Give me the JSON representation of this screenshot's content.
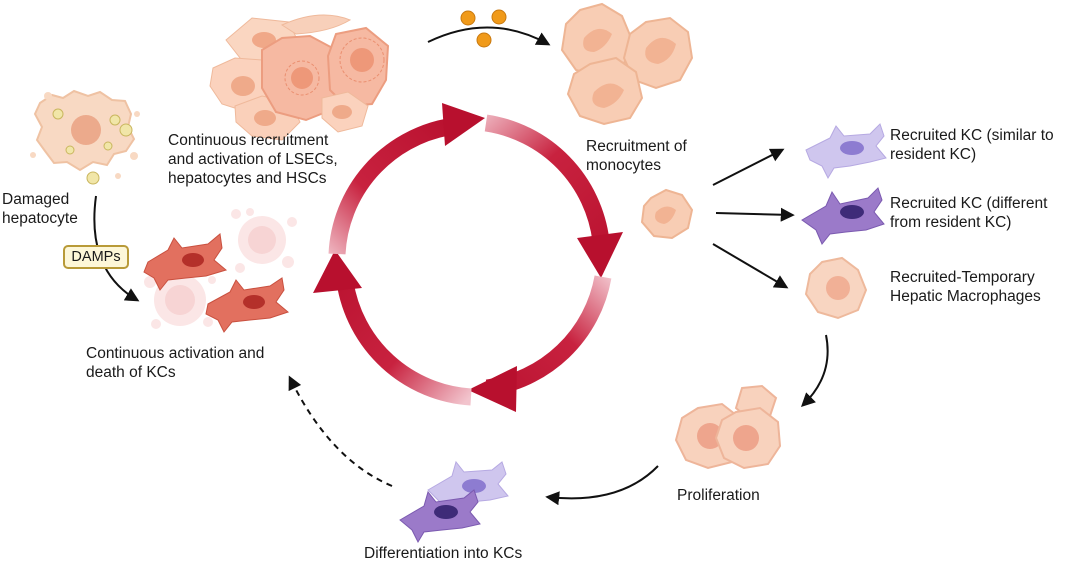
{
  "labels": {
    "damaged_hepatocyte": "Damaged\nhepatocyte",
    "damps": "DAMPs",
    "kc_activation_death": "Continuous activation and\ndeath of KCs",
    "lsec_recruitment": "Continuous recruitment\nand activation of LSECs,\nhepatocytes and HSCs",
    "monocyte_recruitment": "Recruitment of\nmonocytes",
    "recruited_kc_similar": "Recruited KC (similar to\nresident KC)",
    "recruited_kc_different": "Recruited KC (different\nfrom resident KC)",
    "temporary_macrophages": "Recruited-Temporary\nHepatic Macrophages",
    "proliferation": "Proliferation",
    "differentiation": "Differentiation into KCs"
  },
  "colors": {
    "cycle_arrow": "#b8102e",
    "cycle_arrow_fade": "#f2c4cd",
    "monocyte": "#f8cdb4",
    "kc_activated": "#e2705f",
    "kc_light": "#cfc6ee",
    "kc_dark": "#9b7ac9",
    "cytokine": "#f09a1a",
    "damps_border": "#b89a38",
    "damps_fill": "#fdf7d8"
  },
  "icons": [
    "damaged-hepatocyte-icon",
    "liver-cells-cluster-icon",
    "cytokine-icon",
    "monocyte-icon",
    "activated-kc-icon",
    "dying-kc-icon",
    "recruited-kc-light-icon",
    "recruited-kc-dark-icon",
    "temporary-macrophage-icon",
    "proliferating-cells-icon",
    "differentiating-kc-icon",
    "cycle-arrows-icon"
  ]
}
